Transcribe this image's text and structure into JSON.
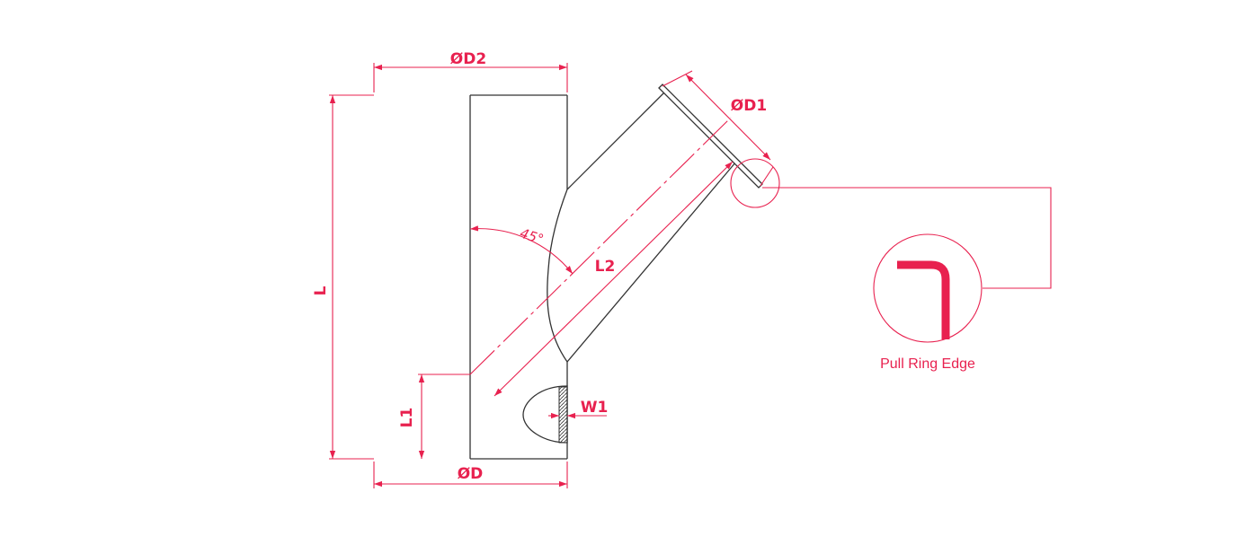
{
  "colors": {
    "outline": "#333333",
    "dimension": "#e8214f",
    "background": "#ffffff"
  },
  "labels": {
    "d2": "ØD2",
    "d1": "ØD1",
    "d": "ØD",
    "l": "L",
    "l1": "L1",
    "l2": "L2",
    "w1": "W1",
    "angle": "45°"
  },
  "detail": {
    "caption": "Pull Ring Edge"
  }
}
